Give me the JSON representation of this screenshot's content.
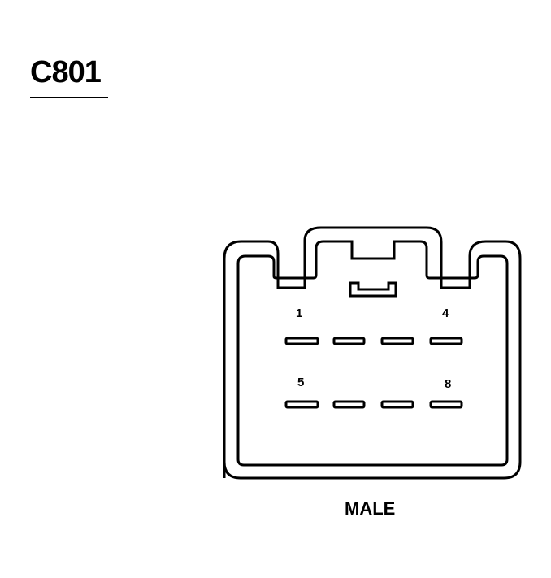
{
  "connector": {
    "id": "C801",
    "gender": "MALE",
    "pin_count": 8,
    "rows": [
      {
        "row": 1,
        "pins": [
          1,
          2,
          3,
          4
        ],
        "labeled": {
          "first": "1",
          "last": "4"
        }
      },
      {
        "row": 2,
        "pins": [
          5,
          6,
          7,
          8
        ],
        "labeled": {
          "first": "5",
          "last": "8"
        }
      }
    ],
    "colors": {
      "line": "#000000",
      "background": "#ffffff"
    }
  },
  "labels": {
    "pin1": "1",
    "pin4": "4",
    "pin5": "5",
    "pin8": "8"
  }
}
